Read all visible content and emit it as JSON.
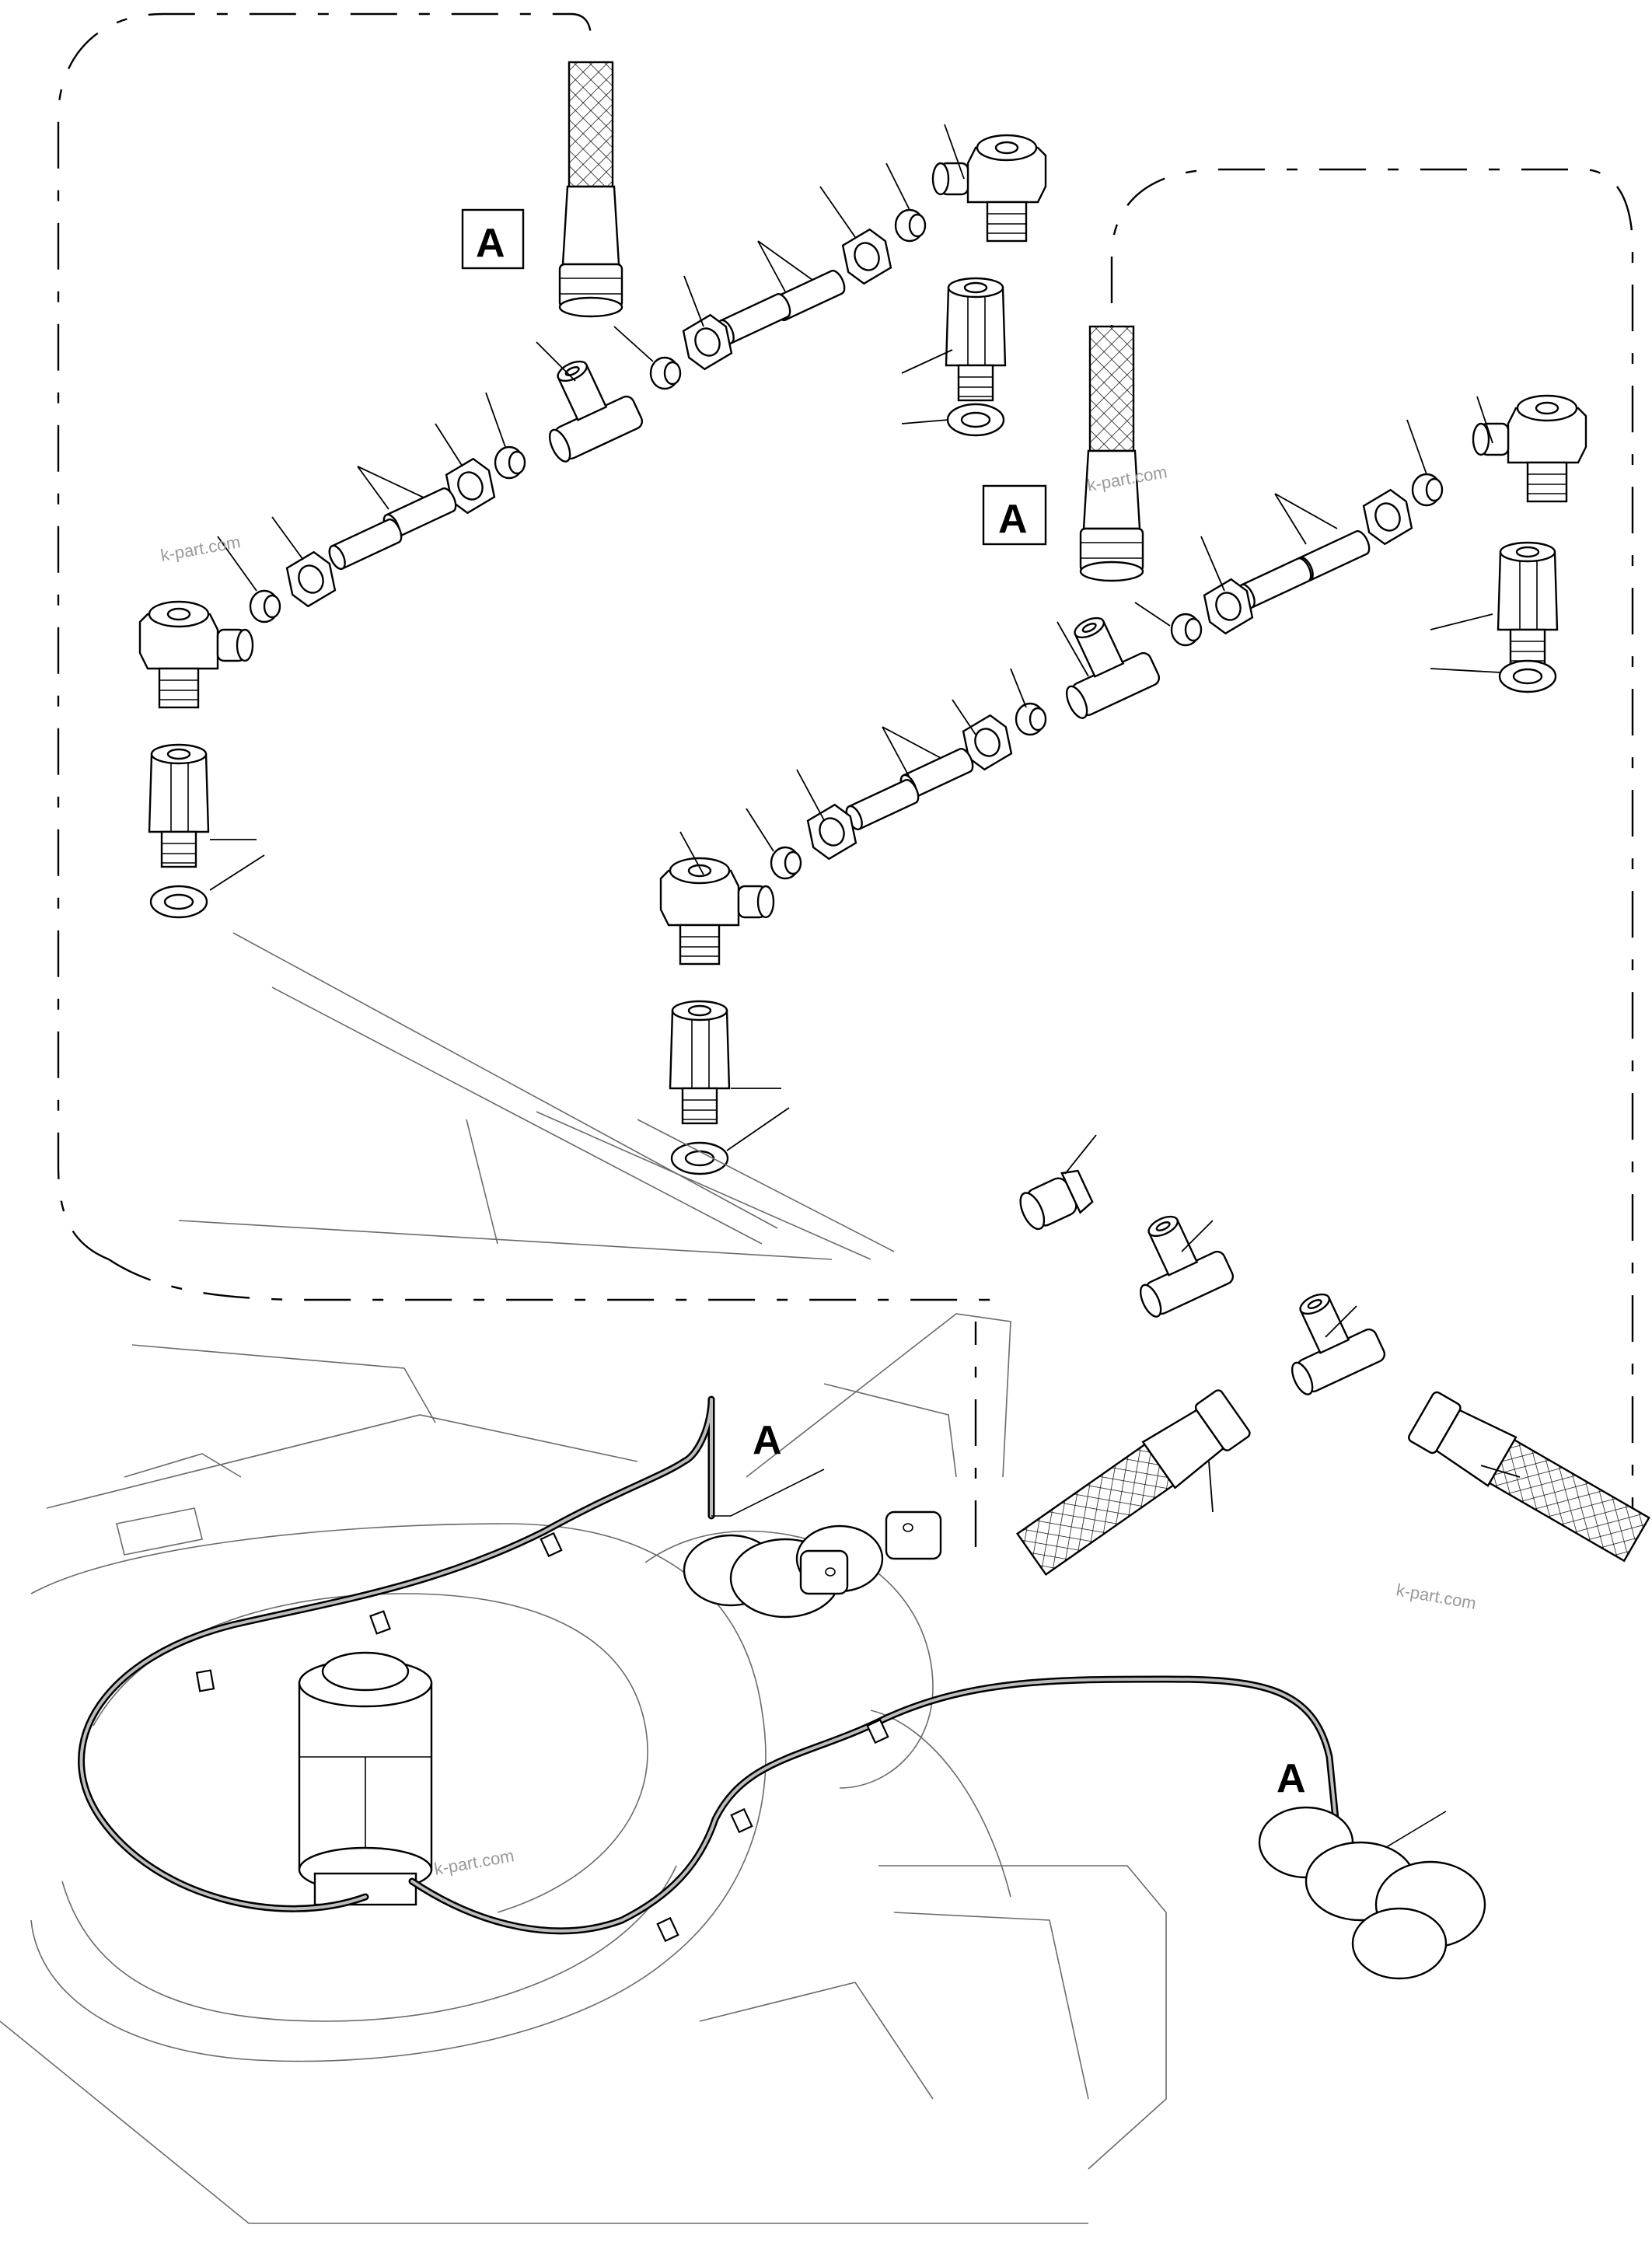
{
  "diagram": {
    "callout_labels": [
      "A",
      "A",
      "A",
      "A"
    ],
    "watermarks": [
      "k-part.com",
      "k-part.com",
      "k-part.com",
      "k-part.com"
    ]
  }
}
